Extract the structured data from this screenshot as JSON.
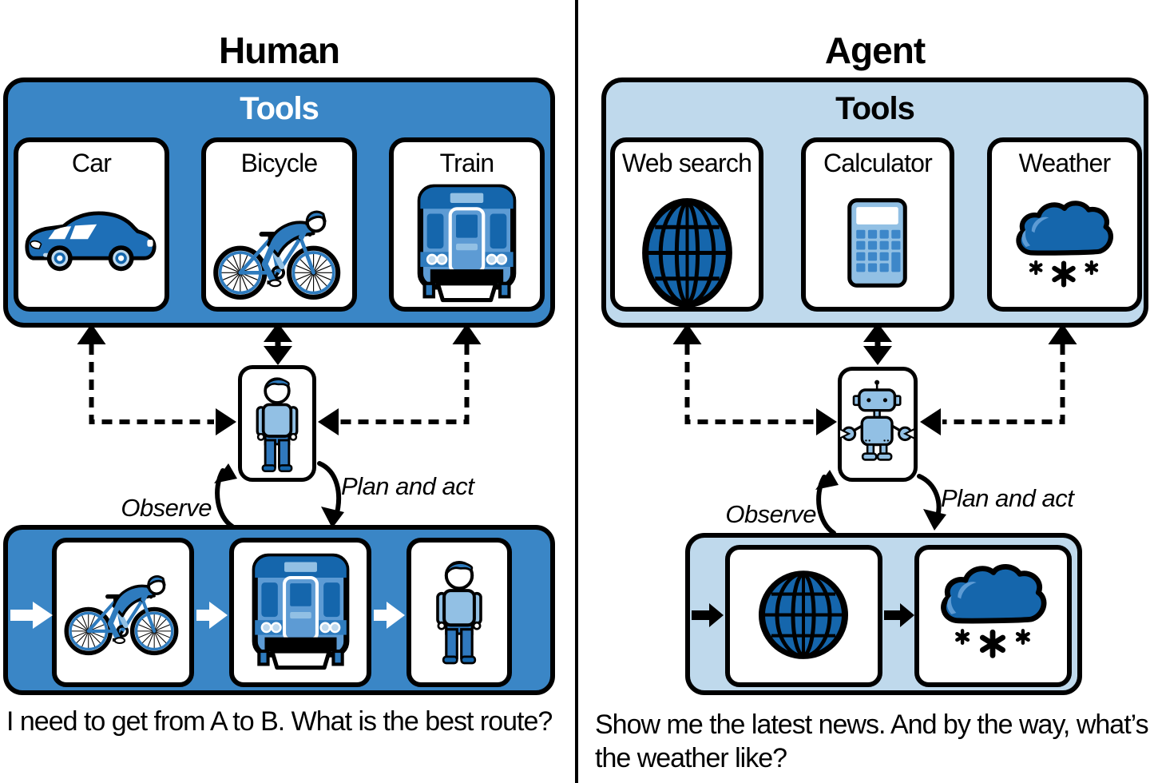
{
  "colors": {
    "panel_blue": "#3A86C6",
    "panel_light_blue": "#BFD9EC",
    "deep_blue": "#1566AC",
    "mid_blue": "#2E7BBE",
    "sky_blue": "#92C0E4",
    "pale_blue": "#BFD9EE",
    "train_face_blue": "#5D9BD4",
    "button_blue": "#3D87C9",
    "car_blue": "#1E6FB7",
    "pants_blue": "#3079BE",
    "outline_black": "#000000",
    "background_white": "#FFFFFF"
  },
  "left_panel": {
    "title": "Human",
    "tools": {
      "label": "Tools",
      "items": [
        {
          "label": "Car",
          "icon": "car-icon"
        },
        {
          "label": "Bicycle",
          "icon": "bicycle-icon"
        },
        {
          "label": "Train",
          "icon": "train-icon"
        }
      ]
    },
    "actor": {
      "type": "human",
      "icon": "person-icon"
    },
    "loop": {
      "observe_label": "Observe",
      "plan_label": "Plan and act"
    },
    "sequence": {
      "steps": [
        "bicycle-icon",
        "train-icon",
        "person-icon"
      ]
    },
    "caption": "I need to get from A to B. What is the best route?"
  },
  "right_panel": {
    "title": "Agent",
    "tools": {
      "label": "Tools",
      "items": [
        {
          "label": "Web search",
          "icon": "globe-icon"
        },
        {
          "label": "Calculator",
          "icon": "calculator-icon"
        },
        {
          "label": "Weather",
          "icon": "snow-cloud-icon"
        }
      ]
    },
    "actor": {
      "type": "robot",
      "icon": "robot-icon"
    },
    "loop": {
      "observe_label": "Observe",
      "plan_label": "Plan and act"
    },
    "sequence": {
      "steps": [
        "globe-icon",
        "snow-cloud-icon"
      ]
    },
    "caption": "Show me the latest news. And by the way, what’s\nthe weather like?"
  }
}
